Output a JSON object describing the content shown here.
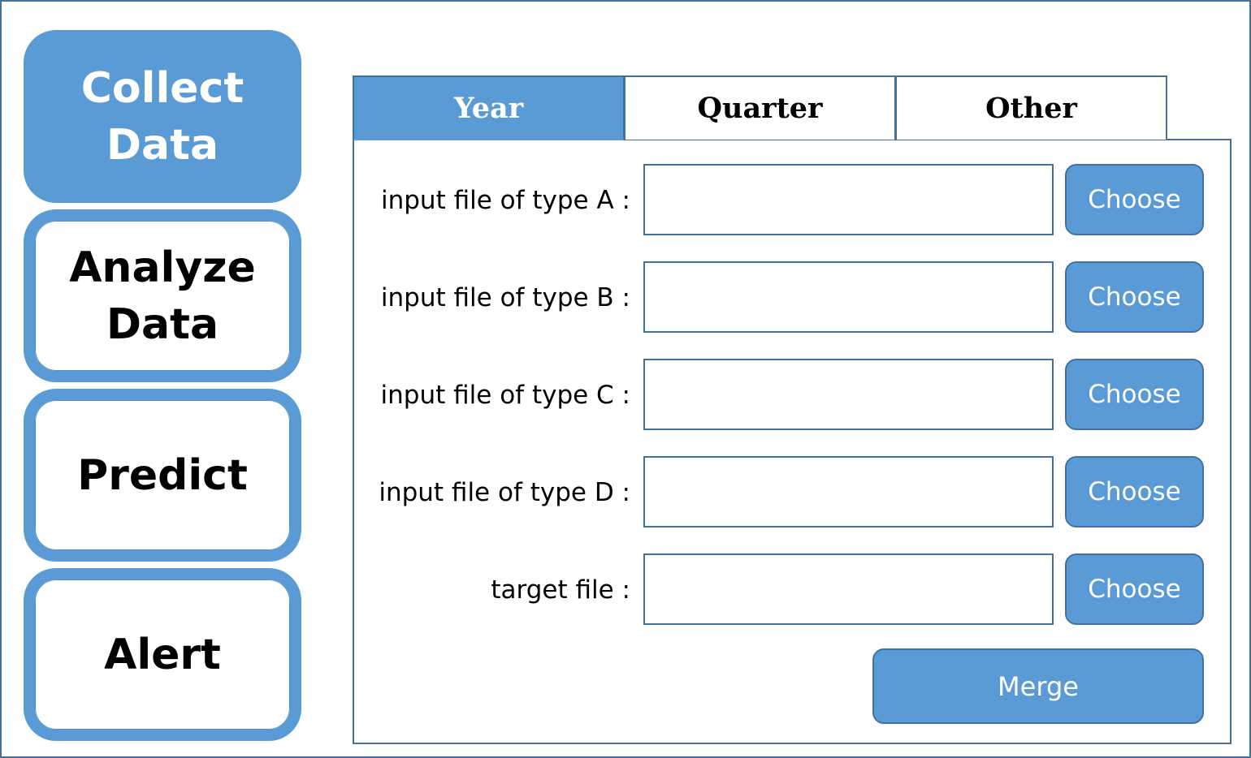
{
  "sidebar": {
    "items": [
      {
        "label": "Collect\nData",
        "active": true
      },
      {
        "label": "Analyze\nData",
        "active": false
      },
      {
        "label": "Predict",
        "active": false
      },
      {
        "label": "Alert",
        "active": false
      }
    ]
  },
  "tabs": [
    {
      "label": "Year",
      "active": true
    },
    {
      "label": "Quarter",
      "active": false
    },
    {
      "label": "Other",
      "active": false
    }
  ],
  "form": {
    "rows": [
      {
        "label": "input file of type A :",
        "value": "",
        "button": "Choose"
      },
      {
        "label": "input file of type B :",
        "value": "",
        "button": "Choose"
      },
      {
        "label": "input file of type C :",
        "value": "",
        "button": "Choose"
      },
      {
        "label": "input file of type D :",
        "value": "",
        "button": "Choose"
      },
      {
        "label": "target file :",
        "value": "",
        "button": "Choose"
      }
    ],
    "merge_label": "Merge"
  },
  "colors": {
    "accent": "#5b9bd5",
    "border": "#41719c"
  }
}
